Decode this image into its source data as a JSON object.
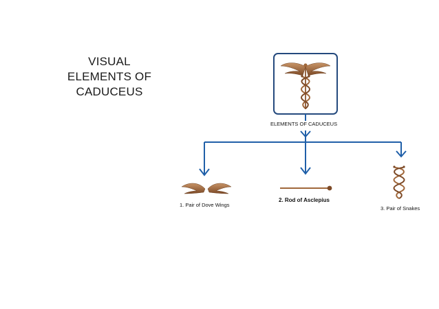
{
  "title_lines": [
    "VISUAL",
    "ELEMENTS OF",
    "CADUCEUS"
  ],
  "root": {
    "label": "ELEMENTS OF CADUCEUS",
    "icon": "caduceus-icon"
  },
  "children": [
    {
      "label": "1. Pair of Dove Wings",
      "icon": "dove-wings-icon"
    },
    {
      "label": "2. Rod of Asclepius",
      "icon": "rod-icon"
    },
    {
      "label": "3. Pair of Snakes",
      "icon": "snakes-icon"
    }
  ],
  "colors": {
    "connector": "#1f5fa8",
    "frame": "#24497d",
    "bronze": "#a0673a",
    "bronze_dark": "#6e4222"
  }
}
